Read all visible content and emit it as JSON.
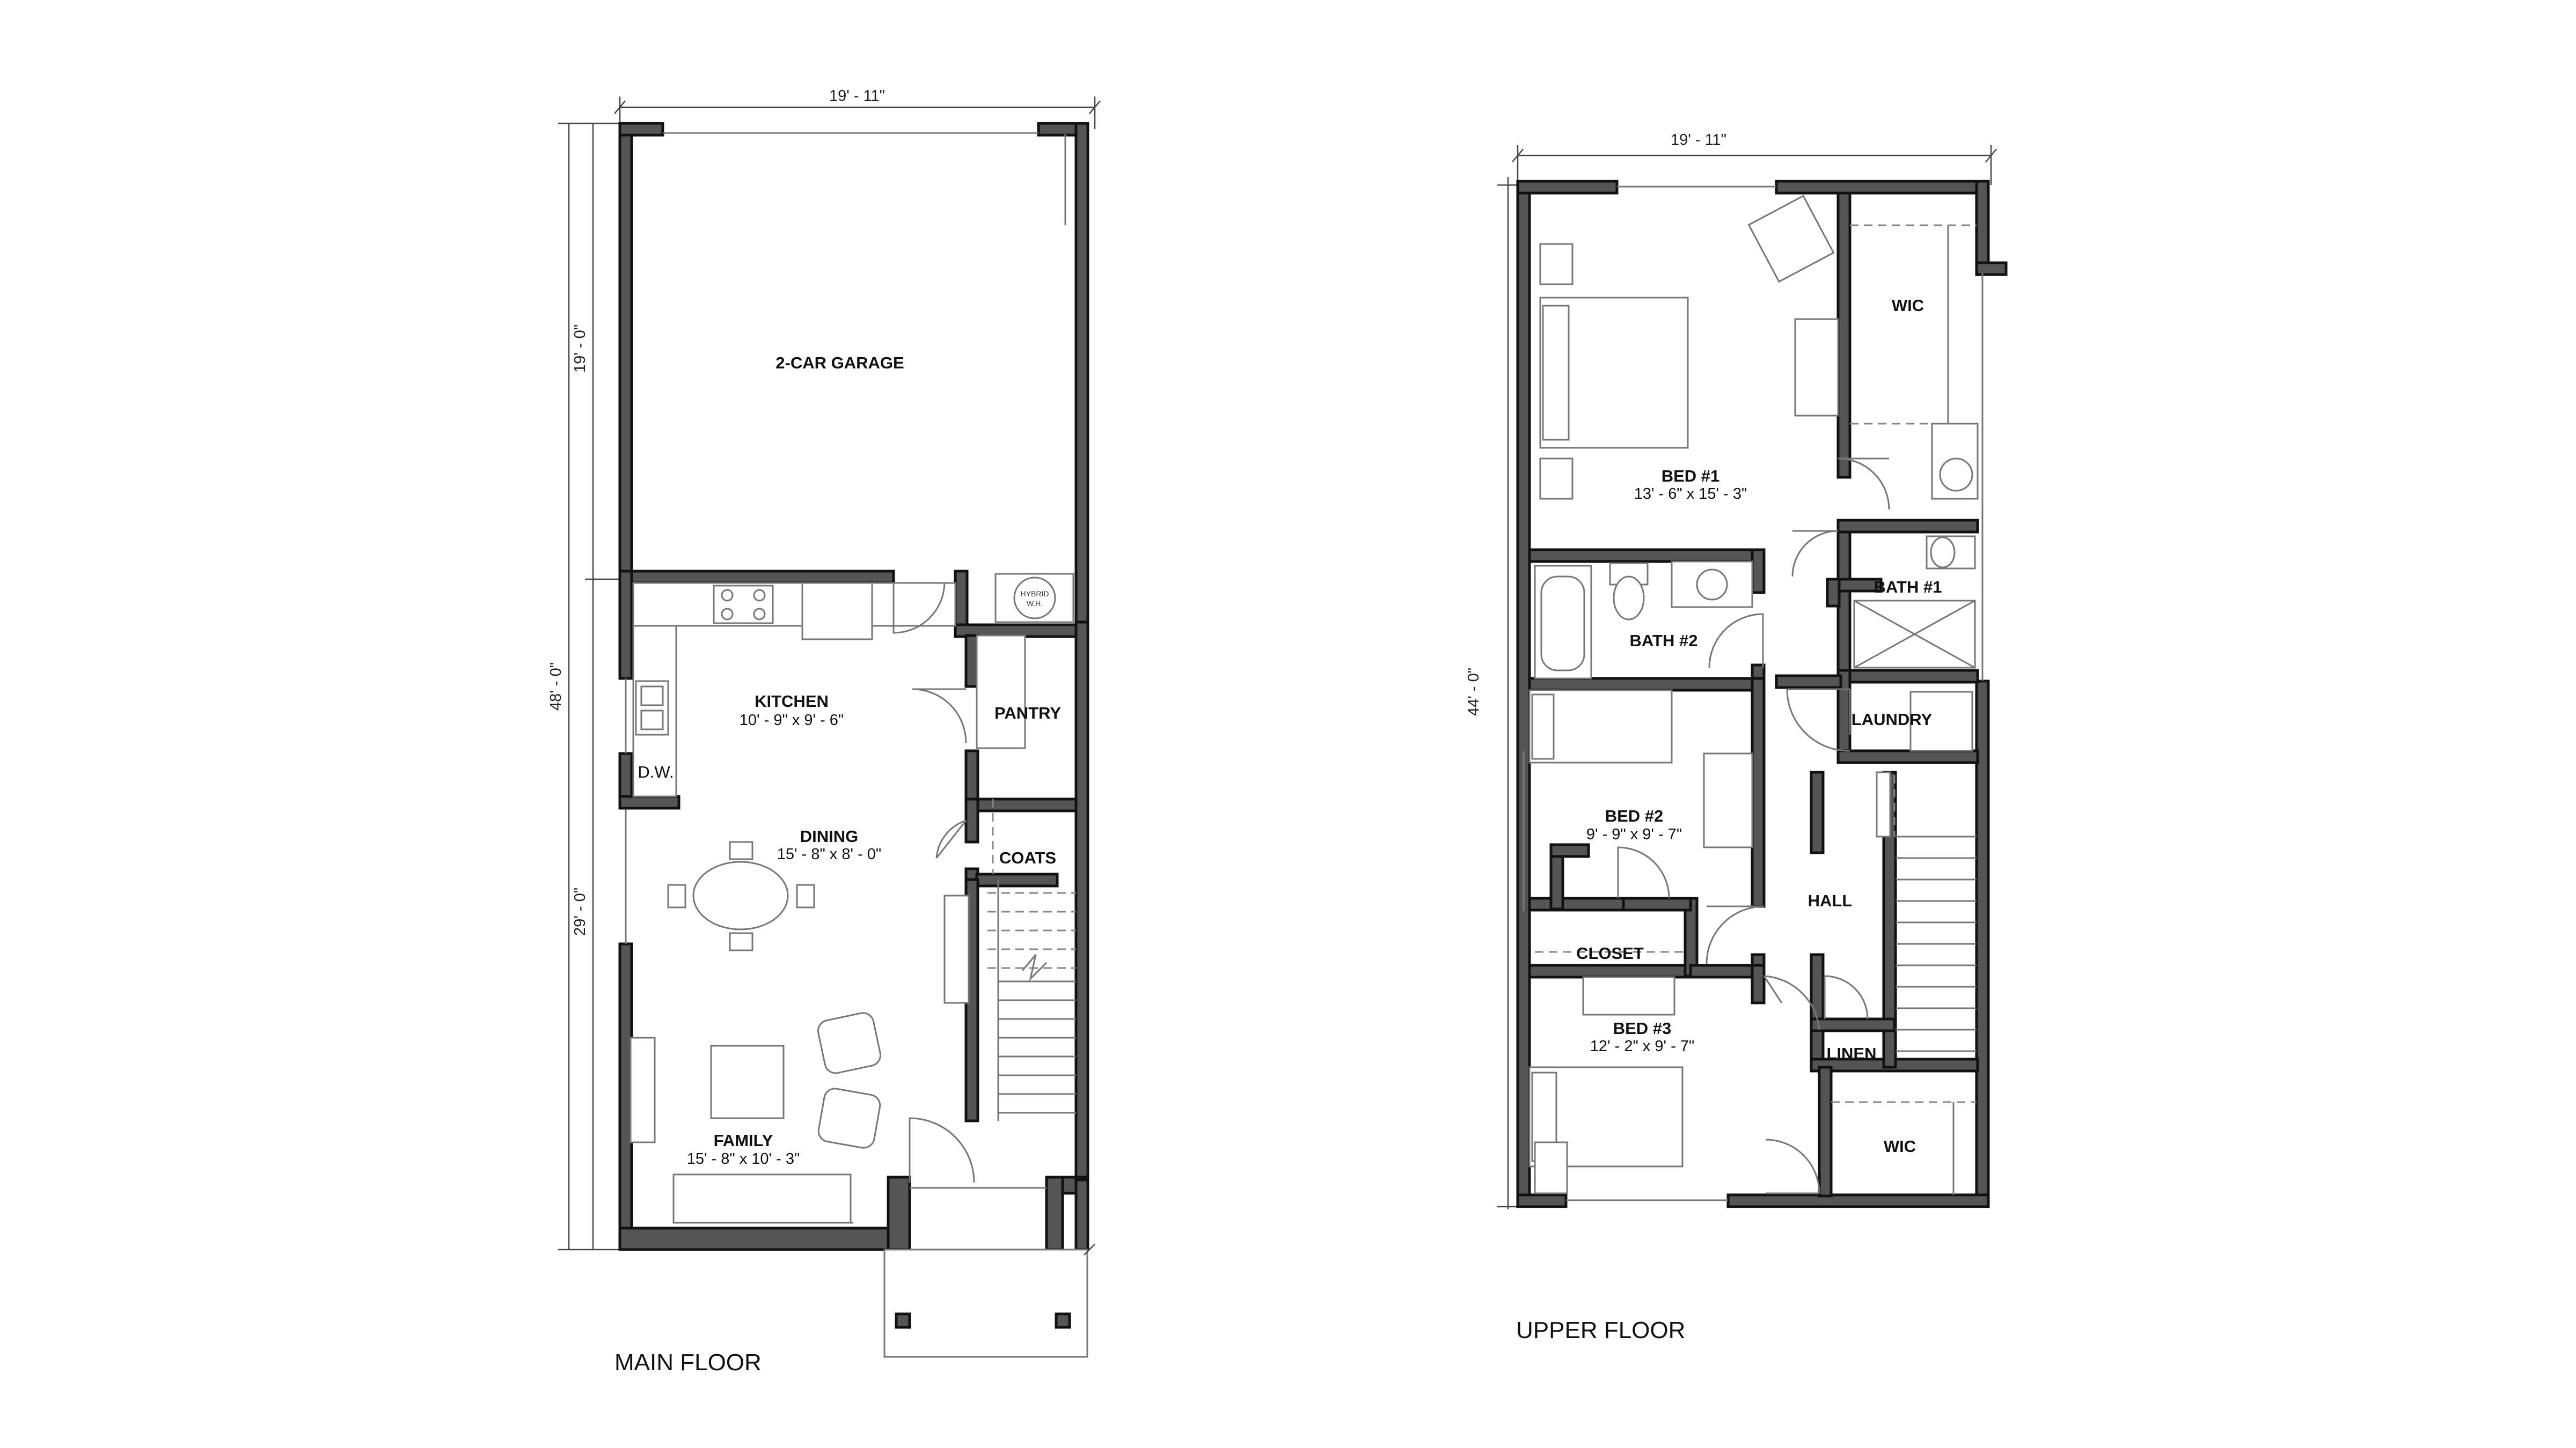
{
  "main_floor": {
    "title": "MAIN FLOOR",
    "dimensions": {
      "width": "19' - 11\"",
      "total_depth": "48' - 0\"",
      "garage_depth": "19' - 0\"",
      "house_depth": "29' - 0\""
    },
    "rooms": {
      "garage": {
        "name": "2-CAR GARAGE"
      },
      "kitchen": {
        "name": "KITCHEN",
        "size": "10' - 9\" x 9' - 6\""
      },
      "pantry": {
        "name": "PANTRY"
      },
      "dining": {
        "name": "DINING",
        "size": "15' - 8\" x 8' - 0\""
      },
      "coats": {
        "name": "COATS"
      },
      "family": {
        "name": "FAMILY",
        "size": "15' - 8\" x 10' - 3\""
      }
    },
    "labels": {
      "dishwasher": "D.W.",
      "water_heater_1": "HYBRID",
      "water_heater_2": "W.H."
    }
  },
  "upper_floor": {
    "title": "UPPER FLOOR",
    "dimensions": {
      "width": "19' - 11\"",
      "depth": "44' - 0\""
    },
    "rooms": {
      "bed1": {
        "name": "BED #1",
        "size": "13' - 6\" x 15' - 3\""
      },
      "wic1": {
        "name": "WIC"
      },
      "bath1": {
        "name": "BATH #1"
      },
      "bath2": {
        "name": "BATH #2"
      },
      "laundry": {
        "name": "LAUNDRY"
      },
      "bed2": {
        "name": "BED #2",
        "size": "9' - 9\" x 9' - 7\""
      },
      "closet": {
        "name": "CLOSET"
      },
      "hall": {
        "name": "HALL"
      },
      "bed3": {
        "name": "BED #3",
        "size": "12' - 2\" x 9' - 7\""
      },
      "linen": {
        "name": "LINEN"
      },
      "wic2": {
        "name": "WIC"
      }
    }
  }
}
